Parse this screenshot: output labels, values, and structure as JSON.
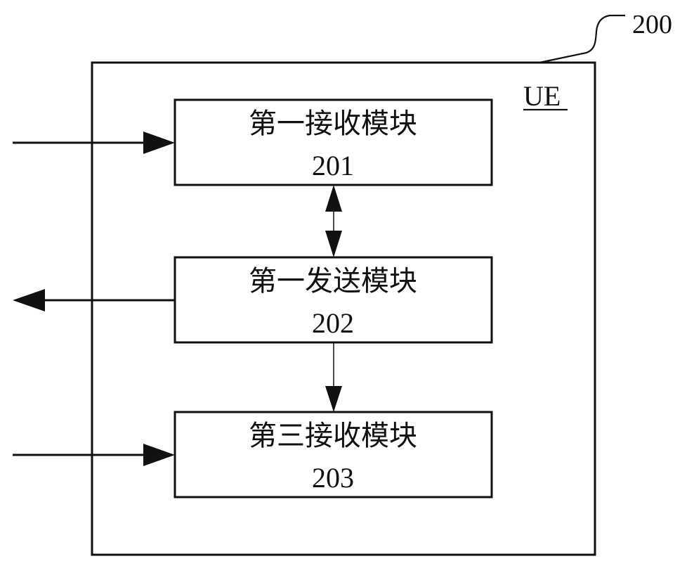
{
  "diagram": {
    "reference_label": "200",
    "container_label": "UE",
    "modules": [
      {
        "name": "第一接收模块",
        "number": "201"
      },
      {
        "name": "第一发送模块",
        "number": "202"
      },
      {
        "name": "第三接收模块",
        "number": "203"
      }
    ],
    "colors": {
      "stroke": "#111111",
      "background": "#ffffff"
    }
  }
}
